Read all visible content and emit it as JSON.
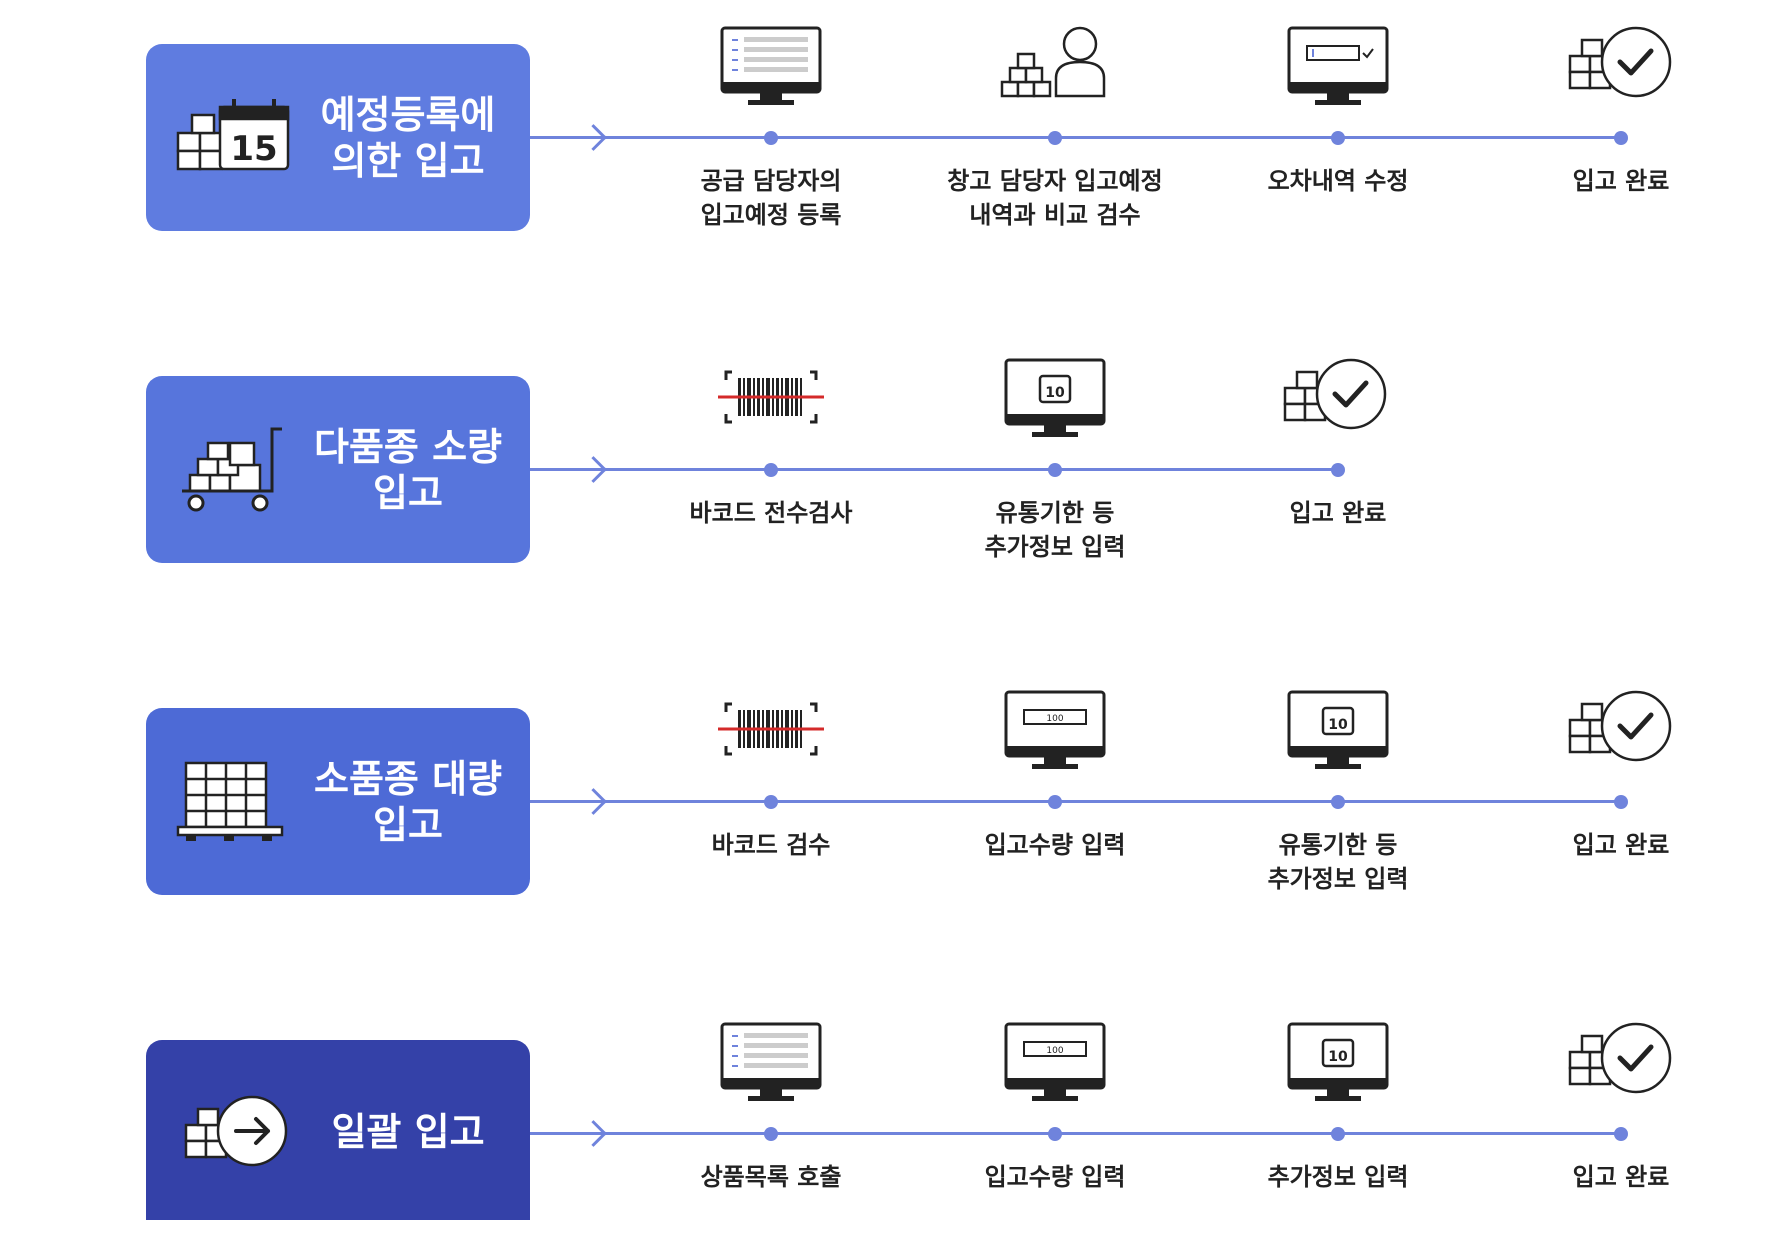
{
  "colors": {
    "card_light": "#5f7ce0",
    "card_mid": "#4d6ad6",
    "card_dark": "#3441a8",
    "line": "#6f83dc",
    "text": "#222222"
  },
  "rows": [
    {
      "title": "예정등록에\n의한 입고",
      "icon": "calendar-boxes-icon",
      "calendar_number": "15",
      "steps": [
        {
          "label": "공급 담당자의\n입고예정 등록",
          "icon": "monitor-list-icon"
        },
        {
          "label": "창고 담당자 입고예정\n내역과 비교 검수",
          "icon": "worker-boxes-icon"
        },
        {
          "label": "오차내역 수정",
          "icon": "monitor-input-icon"
        },
        {
          "label": "입고 완료",
          "icon": "boxes-check-icon"
        }
      ]
    },
    {
      "title": "다품종 소량\n입고",
      "icon": "cart-boxes-icon",
      "steps": [
        {
          "label": "바코드 전수검사",
          "icon": "barcode-scan-icon"
        },
        {
          "label": "유통기한 등\n추가정보 입력",
          "icon": "monitor-calendar-icon",
          "number": "10"
        },
        {
          "label": "입고 완료",
          "icon": "boxes-check-icon"
        }
      ]
    },
    {
      "title": "소품종 대량\n입고",
      "icon": "pallet-boxes-icon",
      "steps": [
        {
          "label": "바코드 검수",
          "icon": "barcode-scan-icon"
        },
        {
          "label": "입고수량 입력",
          "icon": "monitor-quantity-icon",
          "number": "100"
        },
        {
          "label": "유통기한 등\n추가정보 입력",
          "icon": "monitor-calendar-icon",
          "number": "10"
        },
        {
          "label": "입고 완료",
          "icon": "boxes-check-icon"
        }
      ]
    },
    {
      "title": "일괄 입고",
      "icon": "boxes-arrow-icon",
      "steps": [
        {
          "label": "상품목록 호출",
          "icon": "monitor-list-icon"
        },
        {
          "label": "입고수량 입력",
          "icon": "monitor-quantity-icon",
          "number": "100"
        },
        {
          "label": "추가정보 입력",
          "icon": "monitor-calendar-icon",
          "number": "10"
        },
        {
          "label": "입고 완료",
          "icon": "boxes-check-icon"
        }
      ]
    }
  ]
}
